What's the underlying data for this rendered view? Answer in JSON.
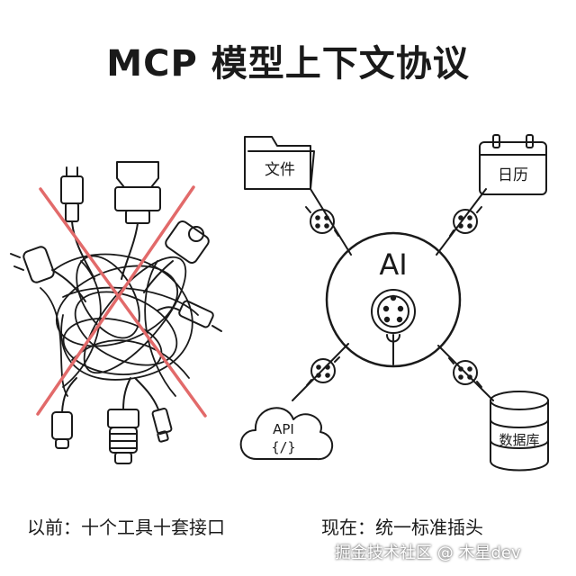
{
  "title": "MCP 模型上下文协议",
  "hub": {
    "label": "AI"
  },
  "nodes": {
    "file": "文件",
    "calendar": "日历",
    "api": "API",
    "api_code": "{/}",
    "database": "数据库"
  },
  "captions": {
    "before": "以前：十个工具十套接口",
    "now": "现在：统一标准插头"
  },
  "watermark": "掘金技术社区 @ 木星dev",
  "colors": {
    "ink": "#1a1a1a",
    "cross": "#e26a6a"
  }
}
